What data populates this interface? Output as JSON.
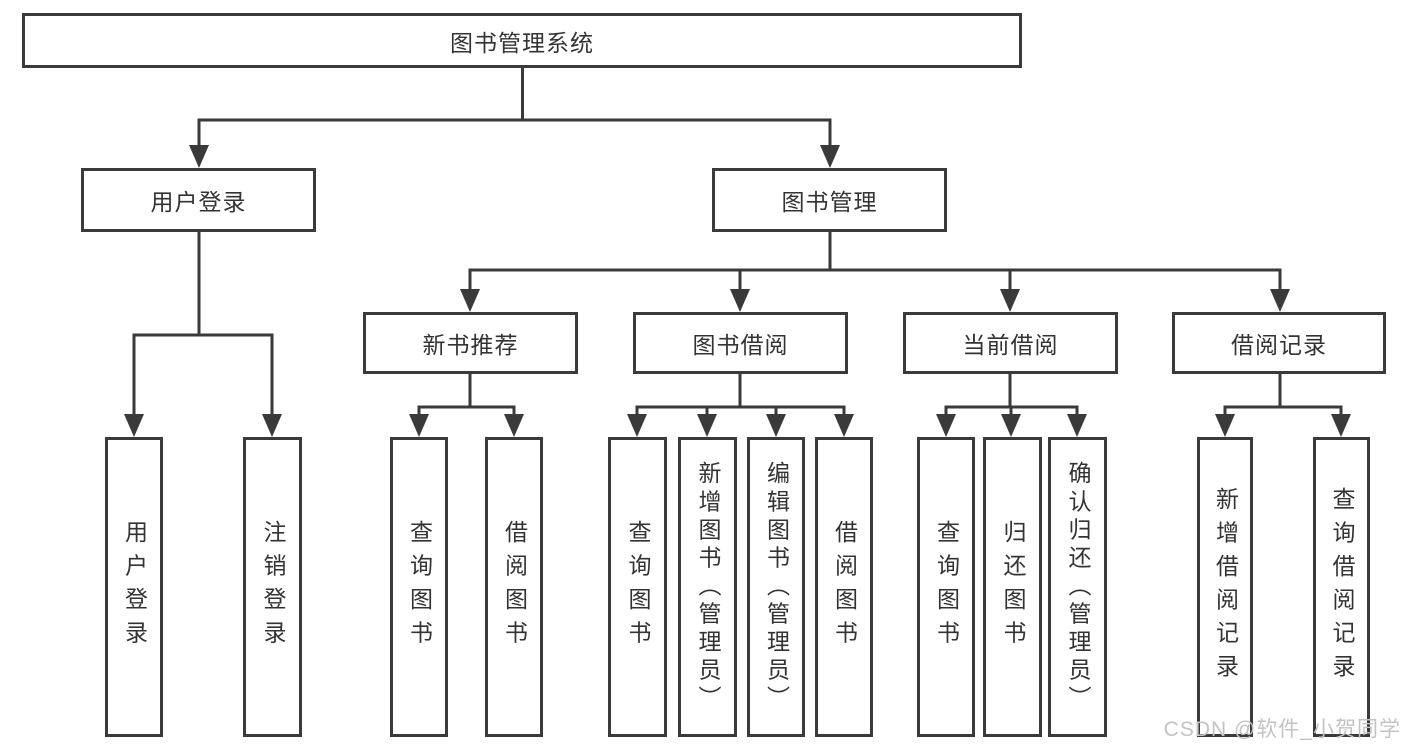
{
  "colors": {
    "line": "#3a3a3a",
    "text": "#333333",
    "background": "#ffffff",
    "watermark": "#c3c3c3"
  },
  "tree": {
    "label": "图书管理系统",
    "children": [
      {
        "label": "用户登录",
        "children": [
          {
            "label": "用户登录"
          },
          {
            "label": "注销登录"
          }
        ]
      },
      {
        "label": "图书管理",
        "children": [
          {
            "label": "新书推荐",
            "children": [
              {
                "label": "查询图书"
              },
              {
                "label": "借阅图书"
              }
            ]
          },
          {
            "label": "图书借阅",
            "children": [
              {
                "label": "查询图书"
              },
              {
                "label": "新增图书（管理员）"
              },
              {
                "label": "编辑图书（管理员）"
              },
              {
                "label": "借阅图书"
              }
            ]
          },
          {
            "label": "当前借阅",
            "children": [
              {
                "label": "查询图书"
              },
              {
                "label": "归还图书"
              },
              {
                "label": "确认归还（管理员）"
              }
            ]
          },
          {
            "label": "借阅记录",
            "children": [
              {
                "label": "新增借阅记录"
              },
              {
                "label": "查询借阅记录"
              }
            ]
          }
        ]
      }
    ]
  },
  "watermark": {
    "text": "CSDN @软件_小贺同学"
  }
}
